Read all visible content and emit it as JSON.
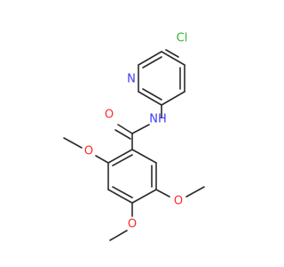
{
  "molecule": {
    "atoms": {
      "cl": {
        "label": "Cl",
        "color": "#35b336"
      },
      "n_ring": {
        "label": "N",
        "color": "#3a3aff"
      },
      "nh": {
        "label": "NH",
        "color": "#3a3aff"
      },
      "o_carbonyl": {
        "label": "O",
        "color": "#ff2a2a"
      },
      "o_ome_left": {
        "label": "O",
        "color": "#ff2a2a"
      },
      "o_ome_bottom": {
        "label": "O",
        "color": "#ff2a2a"
      },
      "o_ome_right": {
        "label": "O",
        "color": "#ff2a2a"
      }
    },
    "bond_color": "#2b2b2b"
  }
}
